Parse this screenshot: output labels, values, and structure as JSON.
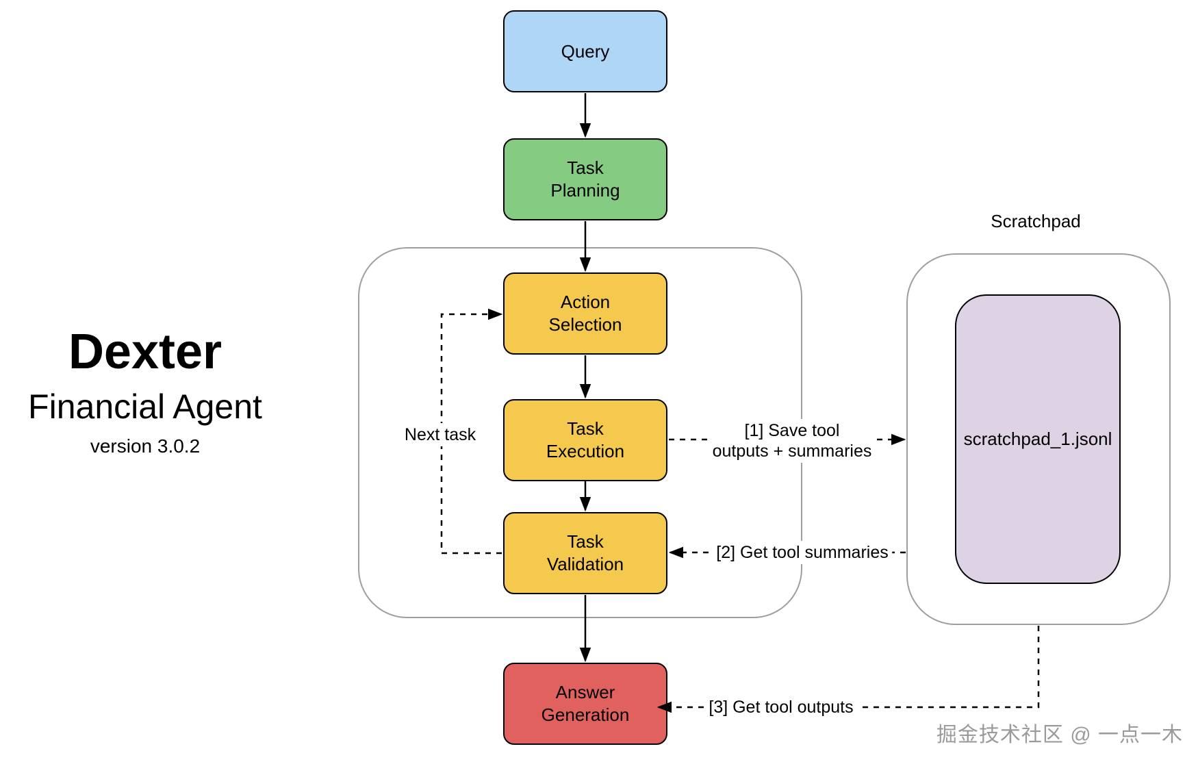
{
  "brand": {
    "title": "Dexter",
    "subtitle": "Financial Agent",
    "version": "version 3.0.2"
  },
  "flow_nodes": {
    "query": {
      "label": "Query",
      "fill": "#aed6f7"
    },
    "task_planning": {
      "label": "Task\nPlanning",
      "fill": "#85cb82"
    },
    "action_selection": {
      "label": "Action\nSelection",
      "fill": "#f4c94d"
    },
    "task_execution": {
      "label": "Task\nExecution",
      "fill": "#f4c94d"
    },
    "task_validation": {
      "label": "Task\nValidation",
      "fill": "#f4c94d"
    },
    "answer_generation": {
      "label": "Answer\nGeneration",
      "fill": "#e0615d"
    }
  },
  "scratchpad": {
    "title": "Scratchpad",
    "file_label": "scratchpad_1.jsonl",
    "file_fill": "#ddd3e4"
  },
  "edge_labels": {
    "next_task": "Next task",
    "save_outputs": "[1] Save tool\noutputs + summaries",
    "get_summaries": "[2] Get tool summaries",
    "get_outputs": "[3] Get tool outputs"
  },
  "watermark": "掘金技术社区 @ 一点一木",
  "colors": {
    "node_border": "#000000",
    "container_border": "#9e9e9e",
    "arrow": "#000000",
    "watermark_text": "#9a9a9a"
  }
}
